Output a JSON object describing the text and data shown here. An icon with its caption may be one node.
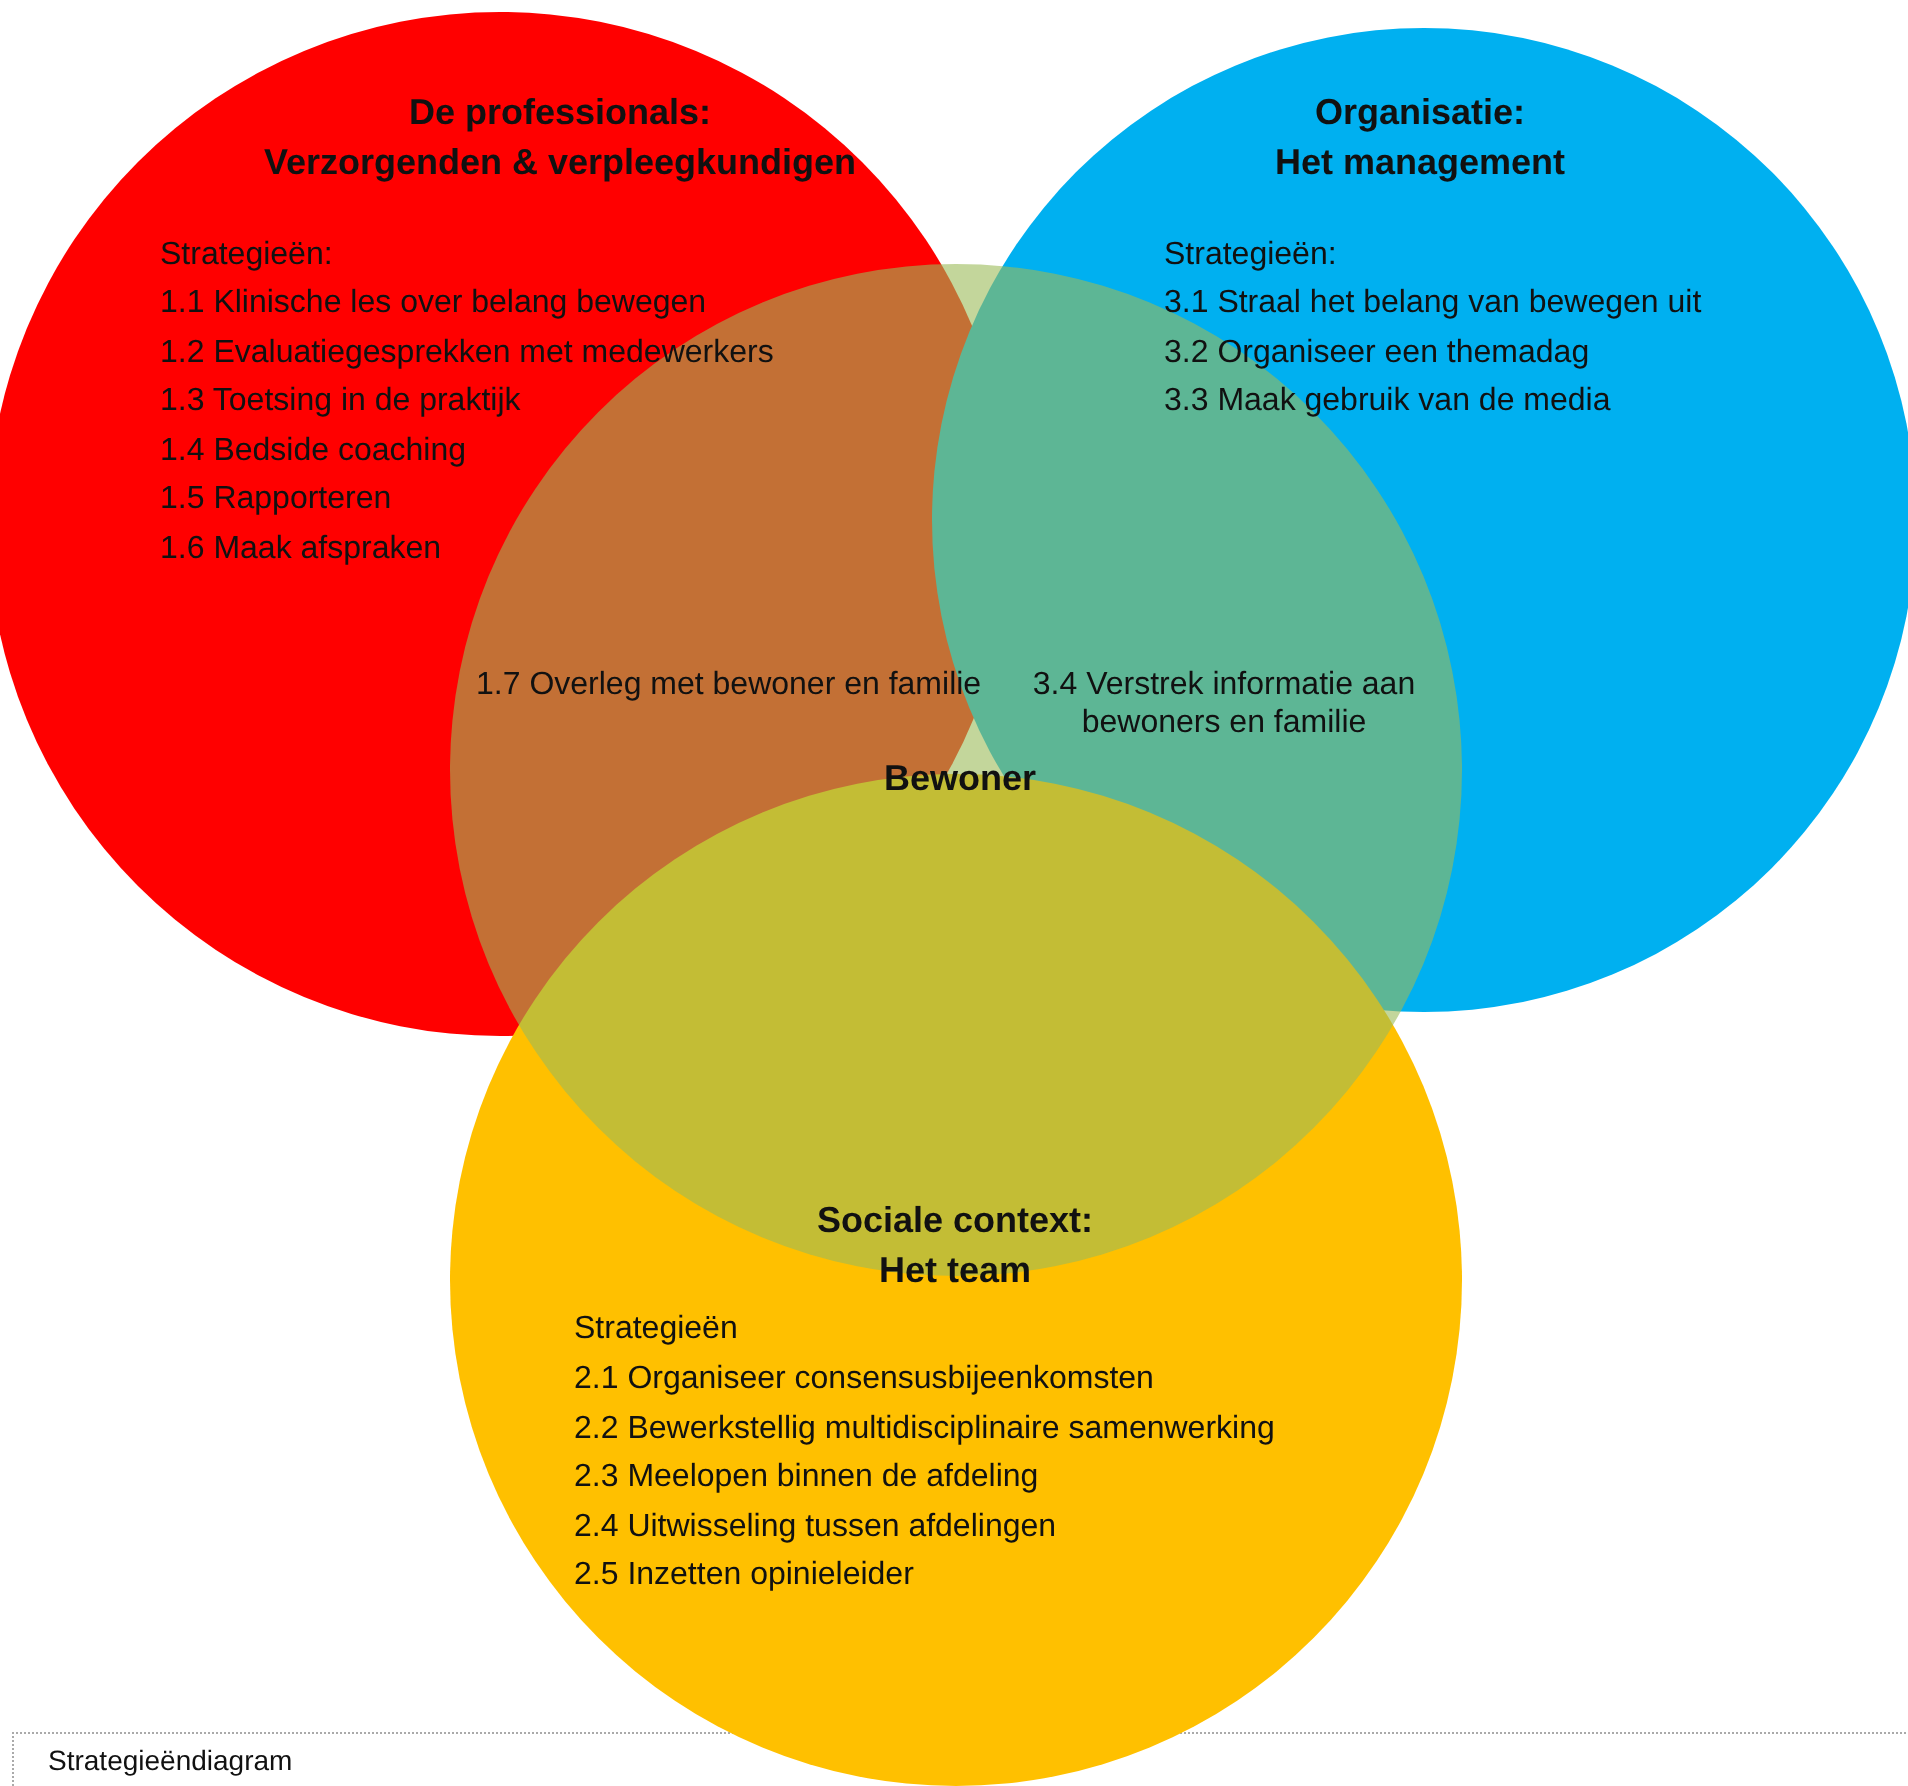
{
  "diagram": {
    "caption": "Strategieëndiagram",
    "nodes": [
      {
        "text": [
          "De professionals: Verzorgenden & verpleegkundigen",
          "Strategieën:",
          "1.1 Klinische les over belang bewegen",
          "1.2 Evaluatiegesprekken met medewerkers",
          "1.3 Toetsing in de praktijk",
          "1.4 Bedside coaching",
          "1.5 Rapporteren",
          "1.6 Maak afspraken"
        ]
      },
      {
        "text": [
          "Organisatie: Het management",
          "Strategieën:",
          "3.1 Straal het belang van bewegen uit",
          "3.2 Organiseer een themadag",
          "3.3 Maak gebruik van de media",
          "3.4 Verstrek informatie aan bewoners en familie"
        ]
      },
      {
        "text": [
          "1.7 Overleg met bewoner en familie",
          "Bewoner"
        ]
      },
      {
        "text": [
          "Sociale context: Het team",
          "Strategieën",
          "2.1 Organiseer consensusbijeenkomsten",
          "2.2 Bewerkstellig multidisciplinaire samenwerking",
          "2.3 Meelopen binnen de afdeling",
          "2.4 Uitwisseling tussen afdelingen",
          "2.5 Inzetten opinieleider"
        ]
      }
    ]
  }
}
